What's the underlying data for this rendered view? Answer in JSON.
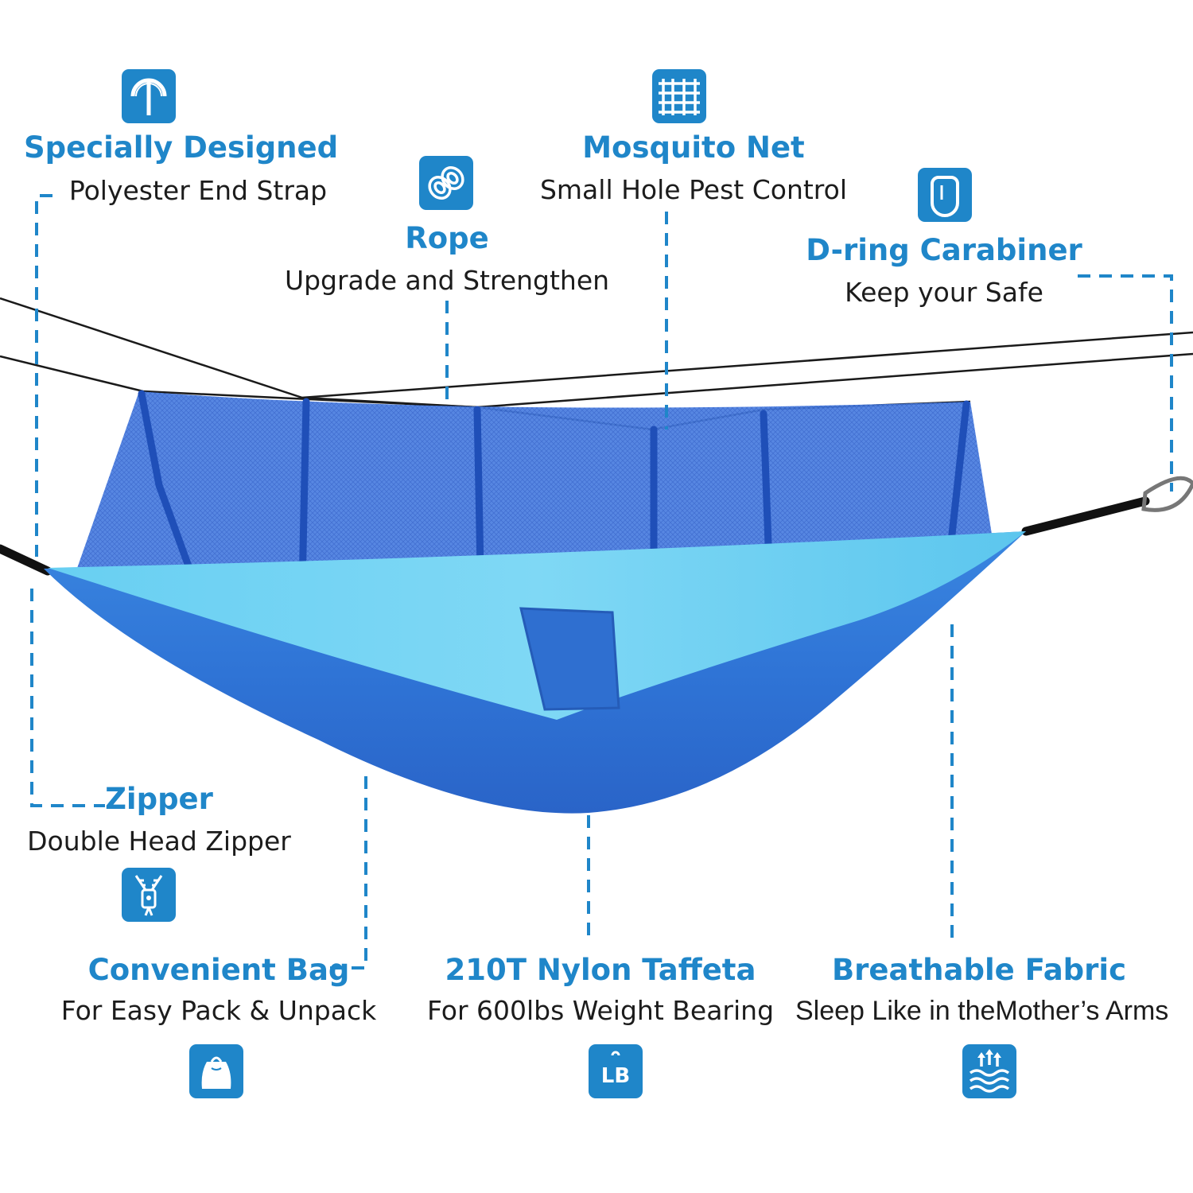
{
  "colors": {
    "accent": "#1f86c9",
    "text": "#1c1c1c",
    "mesh": "#2d63d4",
    "fabric_light": "#5ec9ee",
    "fabric_dark": "#2f78d8"
  },
  "features": {
    "specially_designed": {
      "title": "Specially Designed",
      "subtitle": "Polyester End Strap",
      "icon": "umbrella-icon"
    },
    "rope": {
      "title": "Rope",
      "subtitle": "Upgrade and Strengthen",
      "icon": "rope-coil-icon"
    },
    "mosquito_net": {
      "title": "Mosquito Net",
      "subtitle": "Small Hole Pest Control",
      "icon": "grid-net-icon"
    },
    "carabiner": {
      "title": "D-ring Carabiner",
      "subtitle": "Keep your Safe",
      "icon": "carabiner-icon"
    },
    "zipper": {
      "title": "Zipper",
      "subtitle": "Double Head Zipper",
      "icon": "zipper-icon"
    },
    "bag": {
      "title": "Convenient Bag",
      "subtitle": "For Easy Pack & Unpack",
      "icon": "bag-icon"
    },
    "nylon": {
      "title": "210T Nylon Taffeta",
      "subtitle": "For 600lbs Weight Bearing",
      "icon": "lb-weight-icon",
      "icon_text": "LB"
    },
    "fabric": {
      "title": "Breathable Fabric",
      "subtitle": "Sleep Like in theMother’s Arms",
      "icon": "breathable-waves-icon"
    }
  }
}
